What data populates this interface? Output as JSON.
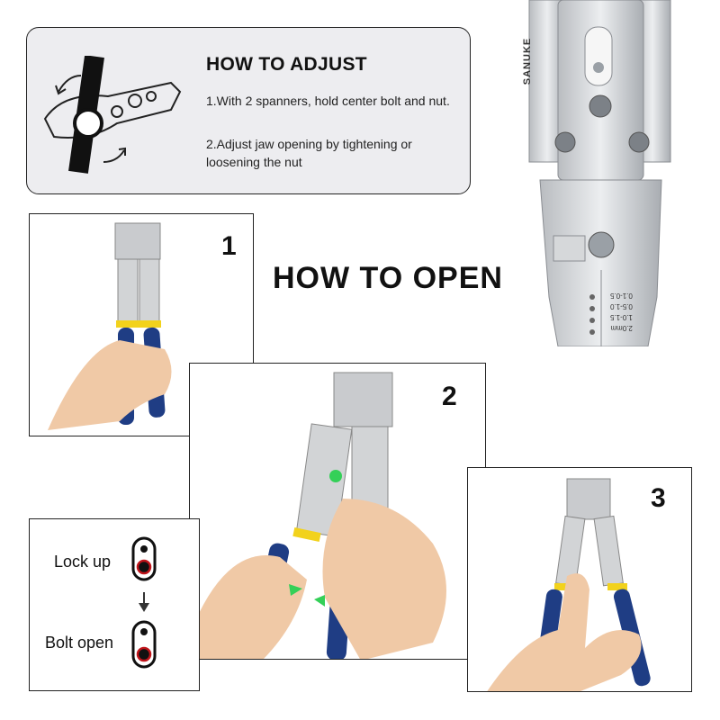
{
  "adjust": {
    "title": "HOW TO ADJUST",
    "step1": "1.With 2 spanners, hold center bolt and nut.",
    "step2": "2.Adjust jaw opening by tightening or loosening the nut"
  },
  "open": {
    "heading": "HOW TO OPEN",
    "steps": [
      {
        "number": "1"
      },
      {
        "number": "2"
      },
      {
        "number": "3"
      }
    ]
  },
  "lock": {
    "lock_up_label": "Lock up",
    "bolt_open_label": "Bolt open"
  },
  "tool": {
    "brand": "SANUKE",
    "gauge_labels": [
      "2.0mm",
      "1.0-1.5",
      "0.5-1.0",
      "0.1-0.5"
    ]
  },
  "colors": {
    "handle_blue": "#1f3d84",
    "accent_yellow": "#f2d21c",
    "arrow_green": "#34d058",
    "card_gray": "#ededf0",
    "slot_red": "#c0141a"
  }
}
